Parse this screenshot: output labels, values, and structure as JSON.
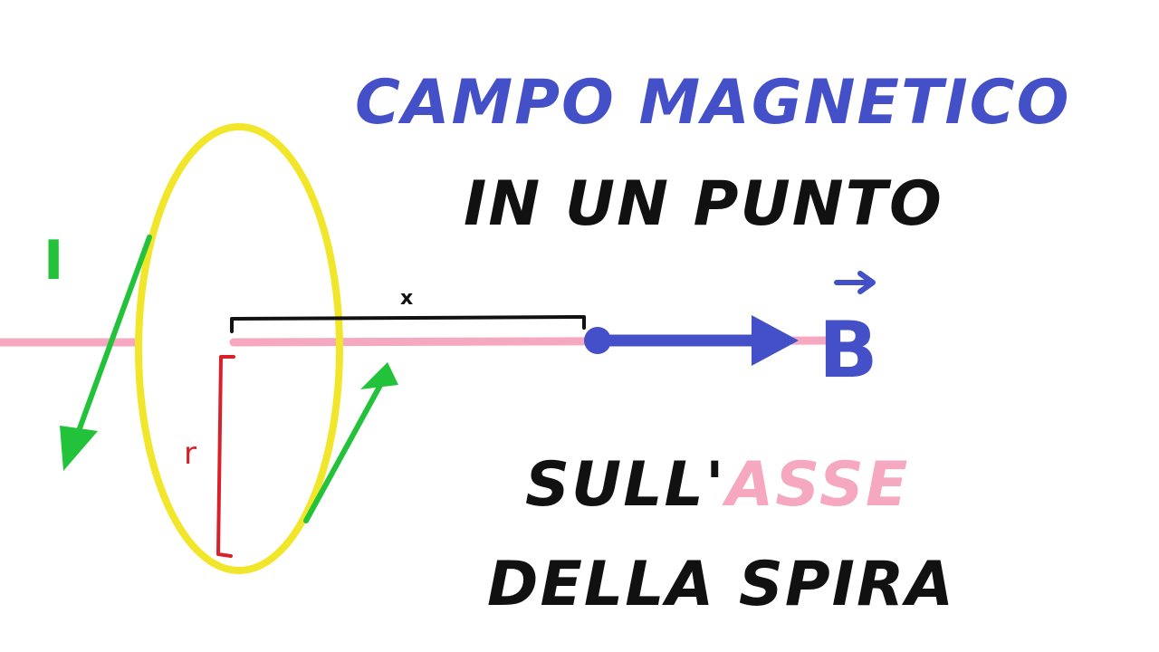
{
  "title": {
    "line1": "CAMPO MAGNETICO",
    "line2": "IN UN PUNTO",
    "line3_prefix": "SULL'",
    "line3_highlight": "ASSE",
    "line4": "DELLA SPIRA"
  },
  "labels": {
    "current": "I",
    "distance": "x",
    "radius": "r",
    "field": "B"
  },
  "colors": {
    "title_blue": "#4450c8",
    "text_black": "#111111",
    "axis_pink": "#f5a8c0",
    "loop_yellow": "#f2e62a",
    "current_green": "#22c23a",
    "radius_red": "#d8202a",
    "field_blue": "#4450c8"
  },
  "icons": {
    "arrow": "arrow-icon",
    "vector_arrow": "vector-arrow-icon"
  }
}
